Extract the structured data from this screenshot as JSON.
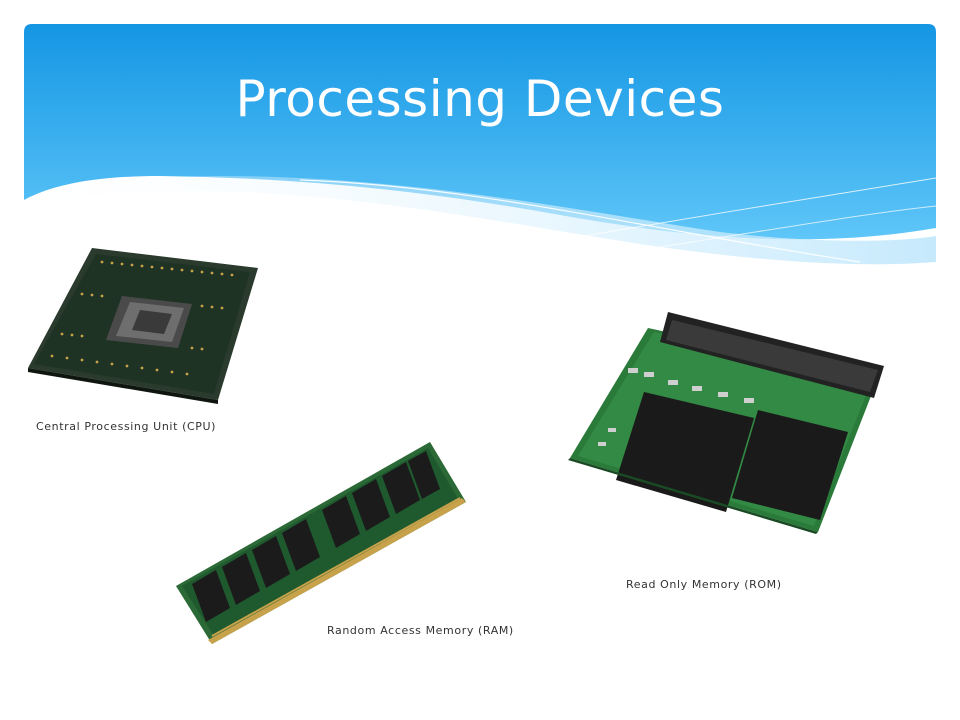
{
  "slide": {
    "title": "Processing Devices",
    "items": [
      {
        "caption": "Central Processing Unit (CPU)",
        "icon": "cpu-chip-photo"
      },
      {
        "caption": "Random Access Memory (RAM)",
        "icon": "ram-module-photo"
      },
      {
        "caption": "Read Only Memory (ROM)",
        "icon": "rom-board-photo"
      }
    ]
  },
  "colors": {
    "header_top": "#1d9ce6",
    "header_bottom": "#5cc3f7",
    "wave_light": "#a9dcfa",
    "pcb_green": "#1f5a2e",
    "chip_black": "#1b1b1b",
    "gold": "#c7a24a"
  }
}
